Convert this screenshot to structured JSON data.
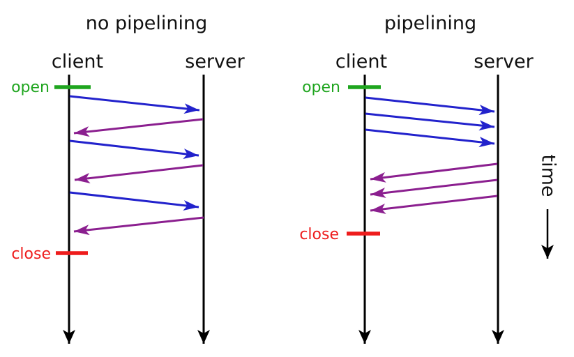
{
  "colors": {
    "request_arrow": "#2222cc",
    "response_arrow": "#8b1f8f",
    "open_marker": "#1fa51f",
    "close_marker": "#ee1c1c",
    "lifeline": "#000000",
    "background": "#ffffff"
  },
  "panels": [
    {
      "title": "no pipelining",
      "client_label": "client",
      "server_label": "server",
      "open_label": "open",
      "close_label": "close",
      "messages": [
        "request",
        "response",
        "request",
        "response",
        "request",
        "response"
      ]
    },
    {
      "title": "pipelining",
      "client_label": "client",
      "server_label": "server",
      "open_label": "open",
      "close_label": "close",
      "messages": [
        "request",
        "request",
        "request",
        "response",
        "response",
        "response"
      ]
    }
  ],
  "time_axis": {
    "label": "time",
    "direction": "down"
  }
}
